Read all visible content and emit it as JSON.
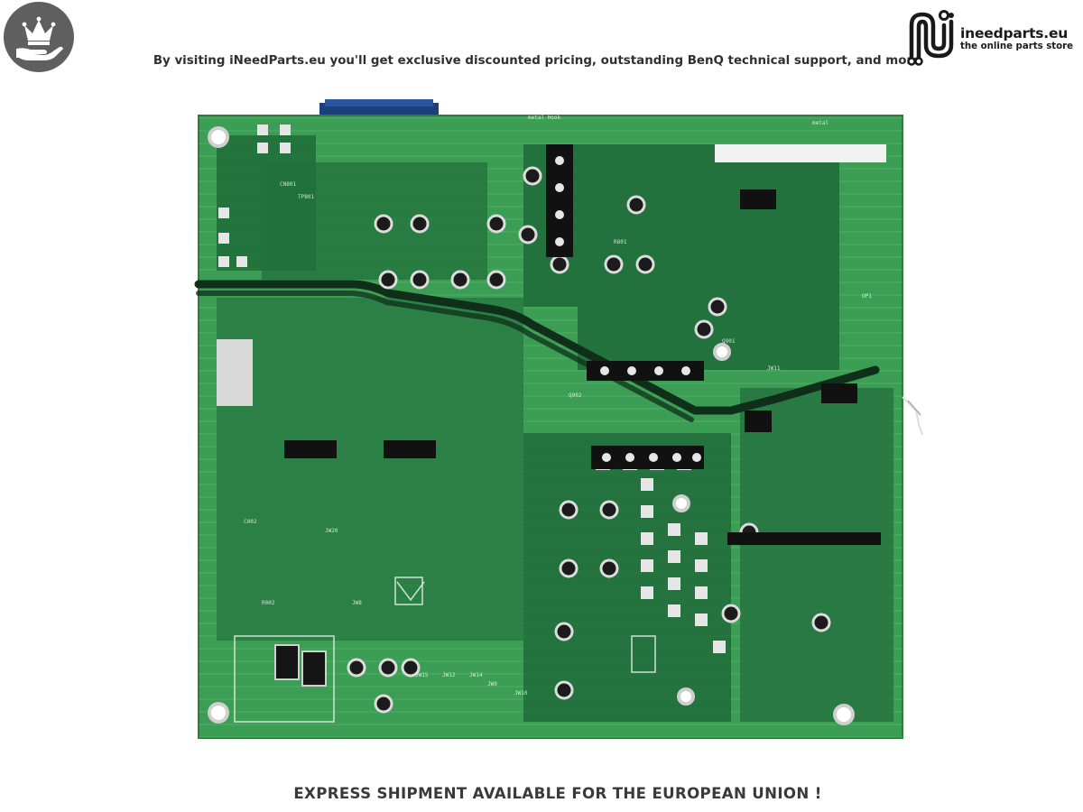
{
  "header": {
    "left_badge_icon": "crown-in-hand-icon",
    "banner_text": "By visiting iNeedParts.eu you'll get exclusive discounted pricing, outstanding BenQ technical support, and more",
    "logo": {
      "icon": "ineedparts-logo-icon",
      "name": "ineedparts.eu",
      "tagline": "the online parts store"
    }
  },
  "product_image": {
    "icon": "power-board-pcb-image",
    "board_color": "#2f8f4a",
    "board_light_color": "#5cc26e",
    "labels": [
      "metal Hook",
      "metal",
      "OP1",
      "JW20",
      "JW12",
      "JW14",
      "JW15",
      "R002",
      "C002",
      "CN801",
      "Q901",
      "Q902",
      "R801",
      "TP801",
      "JW8",
      "JW9",
      "JW10",
      "JW11"
    ]
  },
  "footer": {
    "banner_text": "EXPRESS SHIPMENT AVAILABLE FOR THE EUROPEAN UNION !"
  }
}
